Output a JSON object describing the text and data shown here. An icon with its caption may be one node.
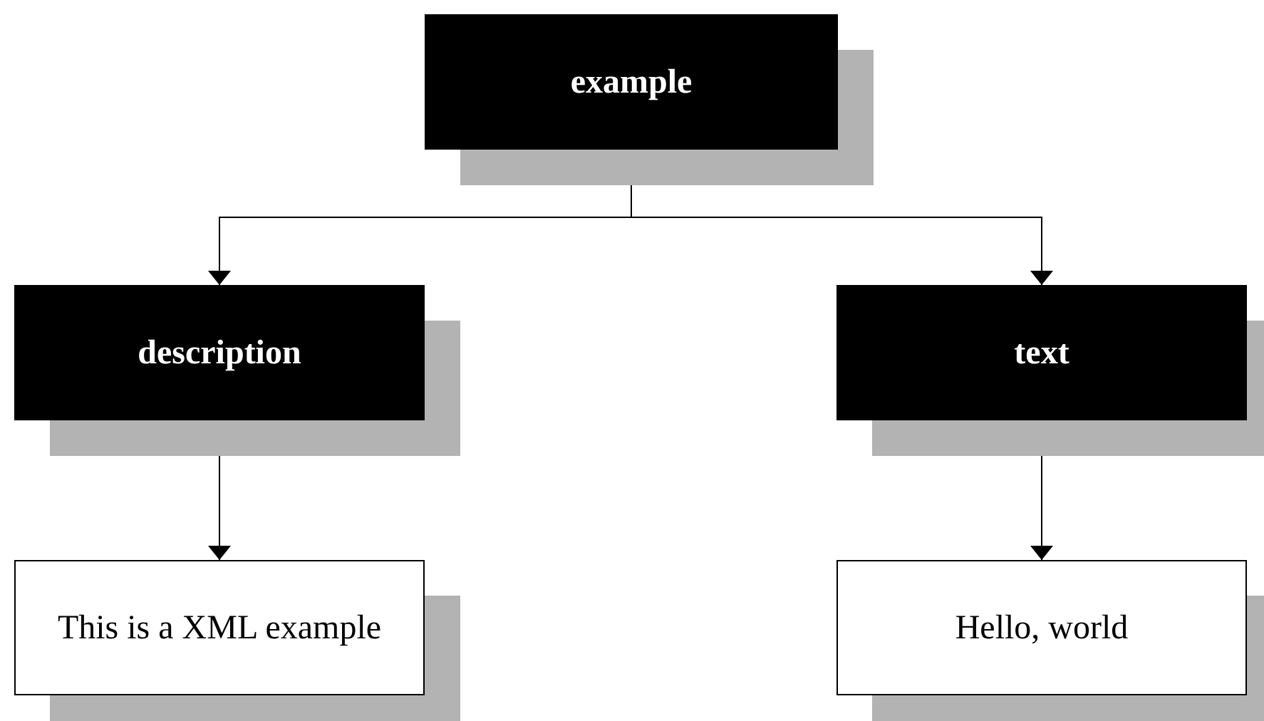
{
  "diagram": {
    "nodes": [
      {
        "text": [
          "example"
        ]
      },
      {
        "text": [
          "description"
        ]
      },
      {
        "text": [
          "text"
        ]
      },
      {
        "text": [
          "This is a XML example"
        ]
      },
      {
        "text": [
          "Hello, world"
        ]
      }
    ],
    "edges": [
      {
        "from": 0,
        "to": 1,
        "arrow": "to"
      },
      {
        "from": 0,
        "to": 2,
        "arrow": "to"
      },
      {
        "from": 1,
        "to": 3,
        "arrow": "to"
      },
      {
        "from": 2,
        "to": 4,
        "arrow": "to"
      }
    ]
  }
}
